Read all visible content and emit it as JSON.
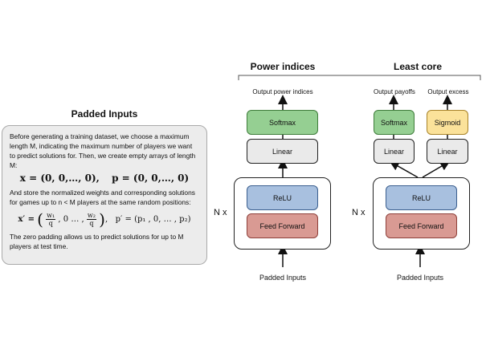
{
  "left": {
    "title": "Padded Inputs",
    "para1": "Before generating a training dataset, we choose a maximum length M, indicating the maximum number of players we want to predict solutions for. Then, we create empty arrays of length M:",
    "eq1_x": "x = (0, 0,…, 0),",
    "eq1_p": "p = (0, 0,…, 0)",
    "para2": "And store the normalized weights and corresponding solutions for games up to n < M players at the same random positions:",
    "eq2_x_lhs": "x′ =",
    "eq2_w1": "w₁",
    "eq2_w2": "w₂",
    "eq2_q": "q",
    "eq2_mid": ", 0  …  ,",
    "eq2_p": "p′ = (p₁ , 0,  …  , p₂)",
    "para3": "The zero padding allows us to predict solutions for up to M players at test time."
  },
  "power": {
    "title": "Power indices",
    "output_label": "Output power indices",
    "softmax": "Softmax",
    "linear": "Linear",
    "relu": "ReLU",
    "feed_forward": "Feed Forward",
    "repeat": "N x",
    "input_label": "Padded Inputs"
  },
  "core": {
    "title": "Least core",
    "output_payoffs": "Output payoffs",
    "output_excess": "Output excess",
    "softmax": "Softmax",
    "sigmoid": "Sigmoid",
    "linear_left": "Linear",
    "linear_right": "Linear",
    "relu": "ReLU",
    "feed_forward": "Feed Forward",
    "repeat": "N x",
    "input_label": "Padded Inputs"
  },
  "colors": {
    "softmax_fill": "#95cf92",
    "sigmoid_fill": "#fbe29a",
    "linear_fill": "#eaeaea",
    "relu_fill": "#a8c0df",
    "feedforward_fill": "#d99a93",
    "card_fill": "#ececec"
  }
}
